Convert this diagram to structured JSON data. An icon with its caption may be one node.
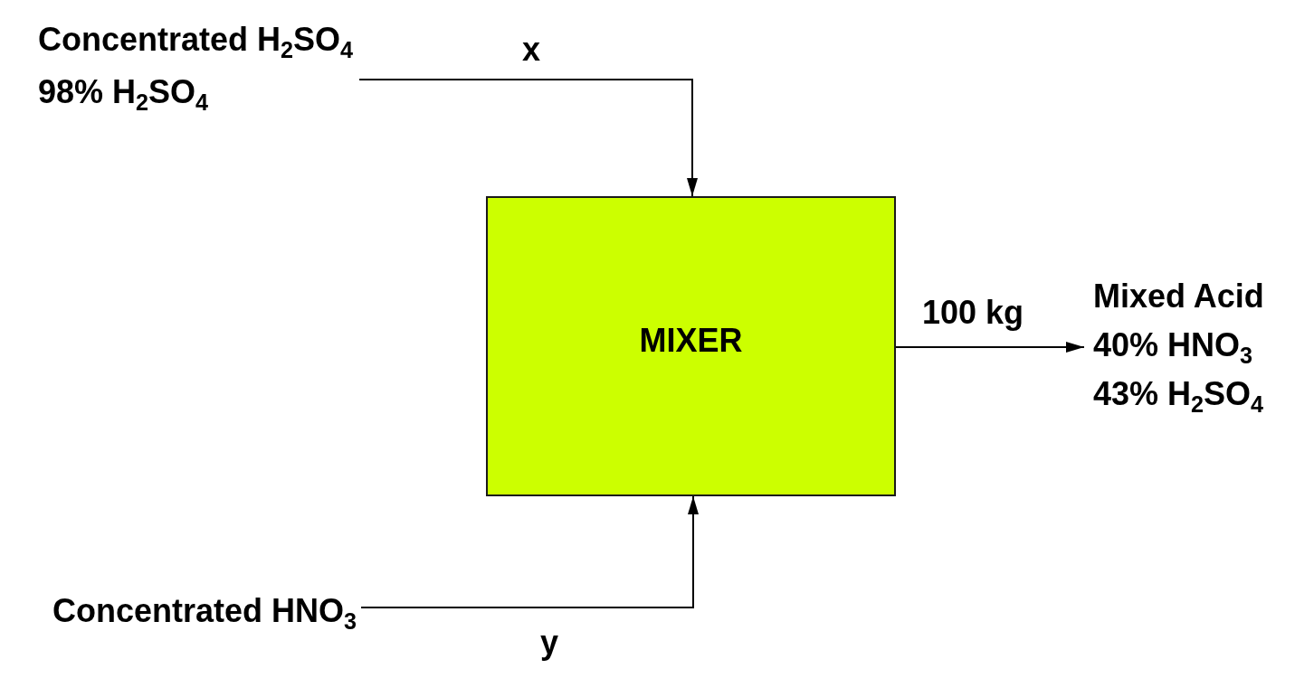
{
  "diagram": {
    "nodes": [
      {
        "text": [
          "Concentrated H$_{2}$SO$_{4}$",
          "98% H$_{2}$SO$_{4}$"
        ]
      },
      {
        "text": [
          "MIXER"
        ]
      },
      {
        "text": [
          "Mixed Acid",
          "40% HNO$_{3}$",
          "43% H$_{2}$SO$_{4}$"
        ]
      },
      {
        "text": [
          "Concentrated HNO$_{3}$"
        ]
      }
    ],
    "edges": [
      {
        "from": 0,
        "to": 1,
        "arrow": "to",
        "label": "x"
      },
      {
        "from": 3,
        "to": 1,
        "arrow": "to",
        "label": "y"
      },
      {
        "from": 1,
        "to": 2,
        "arrow": "to",
        "label": "100 kg"
      }
    ]
  }
}
